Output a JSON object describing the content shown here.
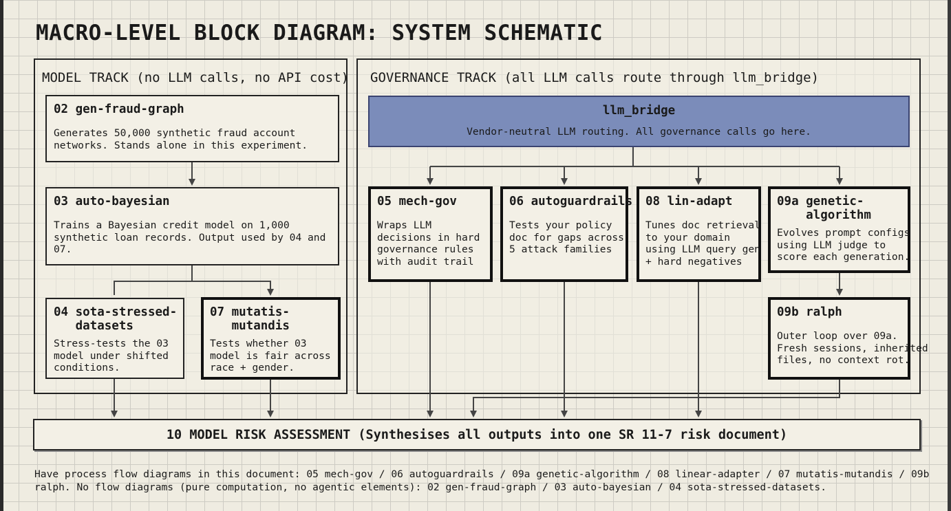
{
  "title": "MACRO-LEVEL BLOCK DIAGRAM: SYSTEM SCHEMATIC",
  "model_track": {
    "title": "MODEL TRACK (no LLM calls, no API cost)",
    "boxes": {
      "gen_fraud_graph": {
        "title": "02 gen-fraud-graph",
        "desc": "Generates 50,000 synthetic fraud account\nnetworks. Stands alone in this experiment."
      },
      "auto_bayesian": {
        "title": "03 auto-bayesian",
        "desc": "Trains a Bayesian credit model on 1,000\nsynthetic loan records. Output used by 04 and\n07."
      },
      "sota_stressed": {
        "title": "04 sota-stressed-\n   datasets",
        "desc": "Stress-tests the 03\nmodel under shifted\nconditions."
      },
      "mutatis": {
        "title": "07 mutatis-\n   mutandis",
        "desc": "Tests whether 03\nmodel is fair across\nrace + gender."
      }
    }
  },
  "governance_track": {
    "title": "GOVERNANCE TRACK (all LLM calls route through llm_bridge)",
    "bridge": {
      "title": "llm_bridge",
      "desc": "Vendor-neutral LLM routing. All governance calls go here."
    },
    "boxes": {
      "mech_gov": {
        "title": "05 mech-gov",
        "desc": "Wraps LLM\ndecisions in hard\ngovernance rules\nwith audit trail"
      },
      "autoguardrails": {
        "title": "06 autoguardrails",
        "desc": "Tests your policy\ndoc for gaps across\n5 attack families"
      },
      "lin_adapt": {
        "title": "08 lin-adapt",
        "desc": "Tunes doc retrieval\nto your domain\nusing LLM query gen\n+ hard negatives"
      },
      "genetic": {
        "title": "09a genetic-\n    algorithm",
        "desc": "Evolves prompt configs\nusing LLM judge to\nscore each generation."
      },
      "ralph": {
        "title": "09b ralph",
        "desc": "Outer loop over 09a.\nFresh sessions, inherited\nfiles, no context rot."
      }
    }
  },
  "final": "10 MODEL RISK ASSESSMENT (Synthesises all outputs into one SR 11-7 risk document)",
  "footnote": "Have process flow diagrams in this document: 05 mech-gov / 06 autoguardrails / 09a genetic-algorithm / 08 linear-adapter / 07 mutatis-mutandis / 09b\nralph. No flow diagrams (pure computation, no agentic elements): 02 gen-fraud-graph / 03 auto-bayesian / 04 sota-stressed-datasets.",
  "colors": {
    "background": "#efece1",
    "grid": "#cdcbc3",
    "bridge_fill": "#7b8cba",
    "line": "#444444"
  }
}
